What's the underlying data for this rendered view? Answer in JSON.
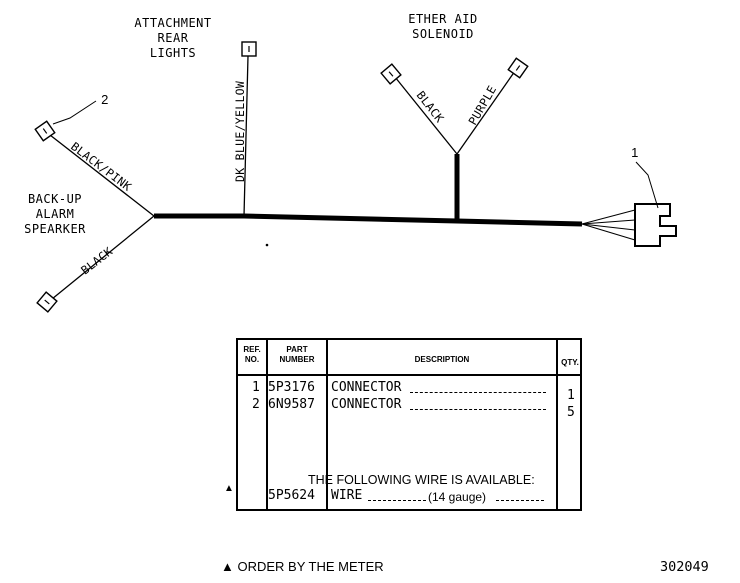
{
  "labels": {
    "attachment": [
      "ATTACHMENT",
      "REAR",
      "LIGHTS"
    ],
    "ether": [
      "ETHER AID",
      "SOLENOID"
    ],
    "backup": [
      "BACK-UP",
      "ALARM",
      "SPEARKER"
    ],
    "callout_1": "1",
    "callout_2": "2"
  },
  "wires": {
    "dk_blue_yellow": "DK BLUE/YELLOW",
    "black_pink": "BLACK/PINK",
    "black_lower": "BLACK",
    "black_ether": "BLACK",
    "purple": "PURPLE"
  },
  "table": {
    "headers": {
      "ref_no": [
        "REF.",
        "NO."
      ],
      "part_number": [
        "PART",
        "NUMBER"
      ],
      "description": "DESCRIPTION",
      "qty": "QTY."
    },
    "rows": [
      {
        "ref": "1",
        "part": "5P3176",
        "desc": "CONNECTOR",
        "qty": "1"
      },
      {
        "ref": "2",
        "part": "6N9587",
        "desc": "CONNECTOR",
        "qty": "5"
      }
    ],
    "wire_note": "THE FOLLOWING WIRE IS AVAILABLE:",
    "wire_row": {
      "marker": "▲",
      "part": "5P5624",
      "desc": "WIRE",
      "gauge": "(14 gauge)"
    }
  },
  "footer": {
    "order_note": "▲ ORDER BY THE METER",
    "drawing_number": "302049"
  }
}
